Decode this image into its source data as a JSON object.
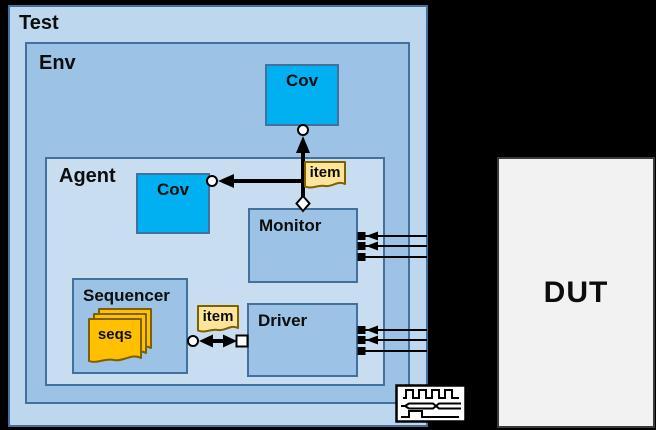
{
  "diagram": {
    "test": {
      "label": "Test"
    },
    "env": {
      "label": "Env"
    },
    "agent": {
      "label": "Agent"
    },
    "env_cov": {
      "label": "Cov"
    },
    "agent_cov": {
      "label": "Cov"
    },
    "monitor": {
      "label": "Monitor"
    },
    "driver": {
      "label": "Driver"
    },
    "sequencer": {
      "label": "Sequencer"
    },
    "seqs": {
      "label": "seqs"
    },
    "item_to_monitor": {
      "label": "item"
    },
    "item_to_driver": {
      "label": "item"
    },
    "dut": {
      "label": "DUT"
    },
    "icons": {
      "waveform": "digital-waveform-icon",
      "analysis_port": "circle-port-icon",
      "analysis_export": "diamond-export-icon",
      "seq_item_port": "square-port-icon"
    },
    "colors": {
      "background": "#000000",
      "test_fill": "#BDD7EE",
      "env_fill": "#9CC3E6",
      "agent_fill": "#C9DDF1",
      "component_fill": "#9CC3E6",
      "cov_fill": "#00B0F0",
      "box_border": "#41719C",
      "note_fill": "#FFE599",
      "doc_fill": "#FFC000",
      "doc_border": "#7F6000",
      "dut_fill": "#F2F2F2",
      "connector": "#000000"
    }
  }
}
